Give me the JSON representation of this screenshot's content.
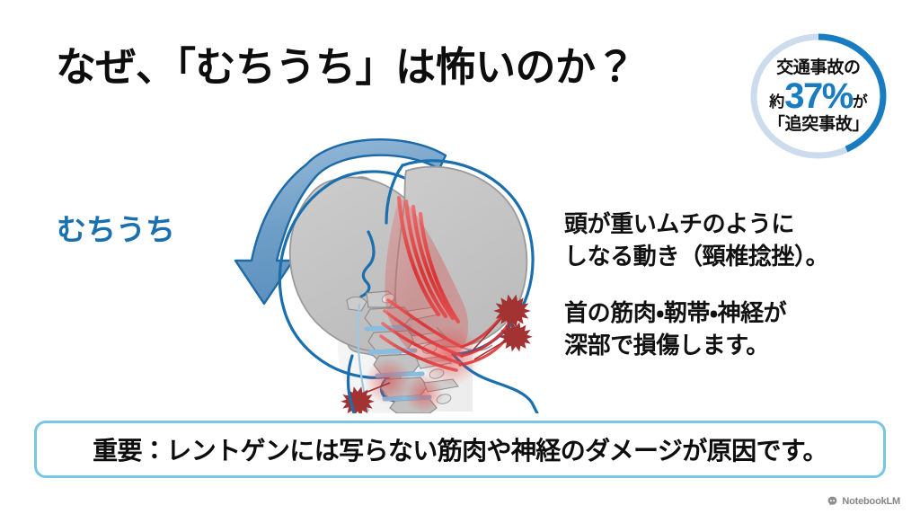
{
  "page": {
    "title": "なぜ、「むちうち」は怖いのか？",
    "background_color": "#ffffff"
  },
  "stat_badge": {
    "line1": "交通事故の",
    "approx_prefix": "約",
    "percent_value": "37%",
    "suffix": "が",
    "line3": "「追突事故」",
    "ring_value_percent": 37,
    "ring_active_color": "#1a7cc0",
    "ring_track_color": "#ccdced"
  },
  "diagram": {
    "motion_label": "むちうち",
    "motion_label_color": "#1a6fae",
    "arrow_fill": "#6d9ec7",
    "arrow_stroke": "#1d6aa6",
    "skull_fill": "#c4c4c4",
    "skull_stroke": "#8f8f8f",
    "profile_outline_color": "#1a6fae",
    "muscle_color": "#e03b3b",
    "vertebra_fill": "#bdbdbd",
    "disc_color": "#86bde0",
    "pain_marker_color": "#a33232",
    "pain_marker_count": 3
  },
  "body_text": {
    "paragraphs": [
      "頭が重いムチのように\nしなる動き（頸椎捻挫）。",
      "首の筋肉・靭帯・神経が\n深部で損傷します。"
    ]
  },
  "key_banner": {
    "text": "重要：レントゲンには写らない筋肉や神経のダメージが原因です。",
    "border_color": "#79c6e4"
  },
  "watermark": {
    "label": "NotebookLM"
  }
}
